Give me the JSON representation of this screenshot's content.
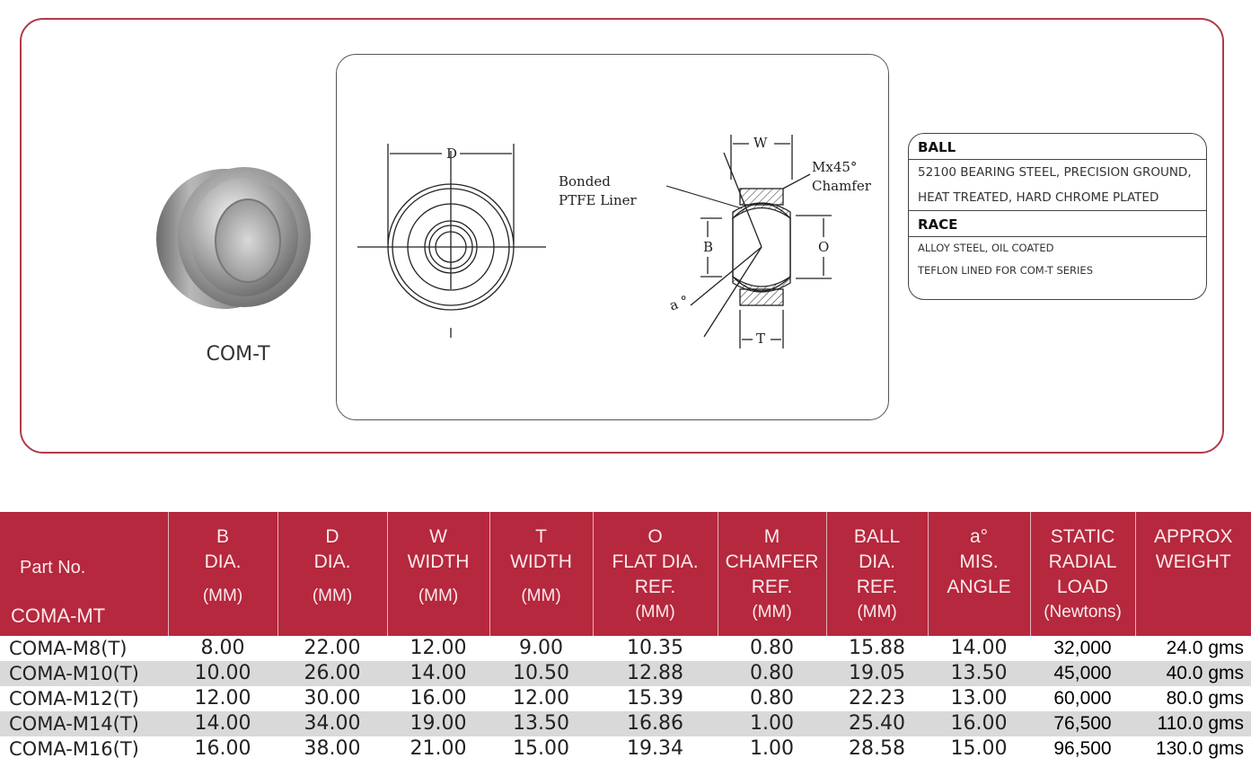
{
  "product": {
    "label": "COM-T"
  },
  "drawing": {
    "liner_label_line1": "Bonded",
    "liner_label_line2": "PTFE Liner",
    "chamfer_label_line1": "Mx45°",
    "chamfer_label_line2": "Chamfer",
    "dim_d": "D",
    "dim_w": "W",
    "dim_b": "B",
    "dim_o": "O",
    "dim_t": "T",
    "dim_a": "a °"
  },
  "materials": {
    "ball_heading": "BALL",
    "ball_lines": [
      "52100 BEARING STEEL, PRECISION GROUND,",
      "HEAT TREATED, HARD CHROME PLATED"
    ],
    "race_heading": "RACE",
    "race_lines": [
      "ALLOY STEEL, OIL COATED",
      "TEFLON LINED FOR COM-T SERIES"
    ]
  },
  "table": {
    "part_no_label": "Part No.",
    "series_label": "COMA-MT",
    "headers": [
      {
        "lines": [
          "B",
          "DIA."
        ],
        "unit": "(MM)"
      },
      {
        "lines": [
          "D",
          "DIA."
        ],
        "unit": "(MM)"
      },
      {
        "lines": [
          "W",
          "WIDTH"
        ],
        "unit": "(MM)"
      },
      {
        "lines": [
          "T",
          "WIDTH"
        ],
        "unit": "(MM)"
      },
      {
        "lines": [
          "O",
          "FLAT DIA.",
          "REF."
        ],
        "unit": "(MM)"
      },
      {
        "lines": [
          "M",
          "CHAMFER",
          "REF."
        ],
        "unit": "(MM)"
      },
      {
        "lines": [
          "BALL",
          "DIA.",
          "REF."
        ],
        "unit": "(MM)"
      },
      {
        "lines": [
          "a°",
          "MIS.",
          "ANGLE"
        ],
        "unit": ""
      },
      {
        "lines": [
          "STATIC",
          "RADIAL",
          "LOAD"
        ],
        "unit": "(Newtons)"
      },
      {
        "lines": [
          "APPROX",
          "WEIGHT"
        ],
        "unit": ""
      }
    ],
    "rows": [
      [
        "COMA-M8(T)",
        "8.00",
        "22.00",
        "12.00",
        "9.00",
        "10.35",
        "0.80",
        "15.88",
        "14.00",
        "32,000",
        "24.0 gms"
      ],
      [
        "COMA-M10(T)",
        "10.00",
        "26.00",
        "14.00",
        "10.50",
        "12.88",
        "0.80",
        "19.05",
        "13.50",
        "45,000",
        "40.0 gms"
      ],
      [
        "COMA-M12(T)",
        "12.00",
        "30.00",
        "16.00",
        "12.00",
        "15.39",
        "0.80",
        "22.23",
        "13.00",
        "60,000",
        "80.0 gms"
      ],
      [
        "COMA-M14(T)",
        "14.00",
        "34.00",
        "19.00",
        "13.50",
        "16.86",
        "1.00",
        "25.40",
        "16.00",
        "76,500",
        "110.0 gms"
      ],
      [
        "COMA-M16(T)",
        "16.00",
        "38.00",
        "21.00",
        "15.00",
        "19.34",
        "1.00",
        "28.58",
        "15.00",
        "96,500",
        "130.0 gms"
      ]
    ]
  },
  "colors": {
    "brand_red": "#b5283d",
    "frame_red": "#b23a48",
    "row_alt": "#d9d9d9"
  }
}
